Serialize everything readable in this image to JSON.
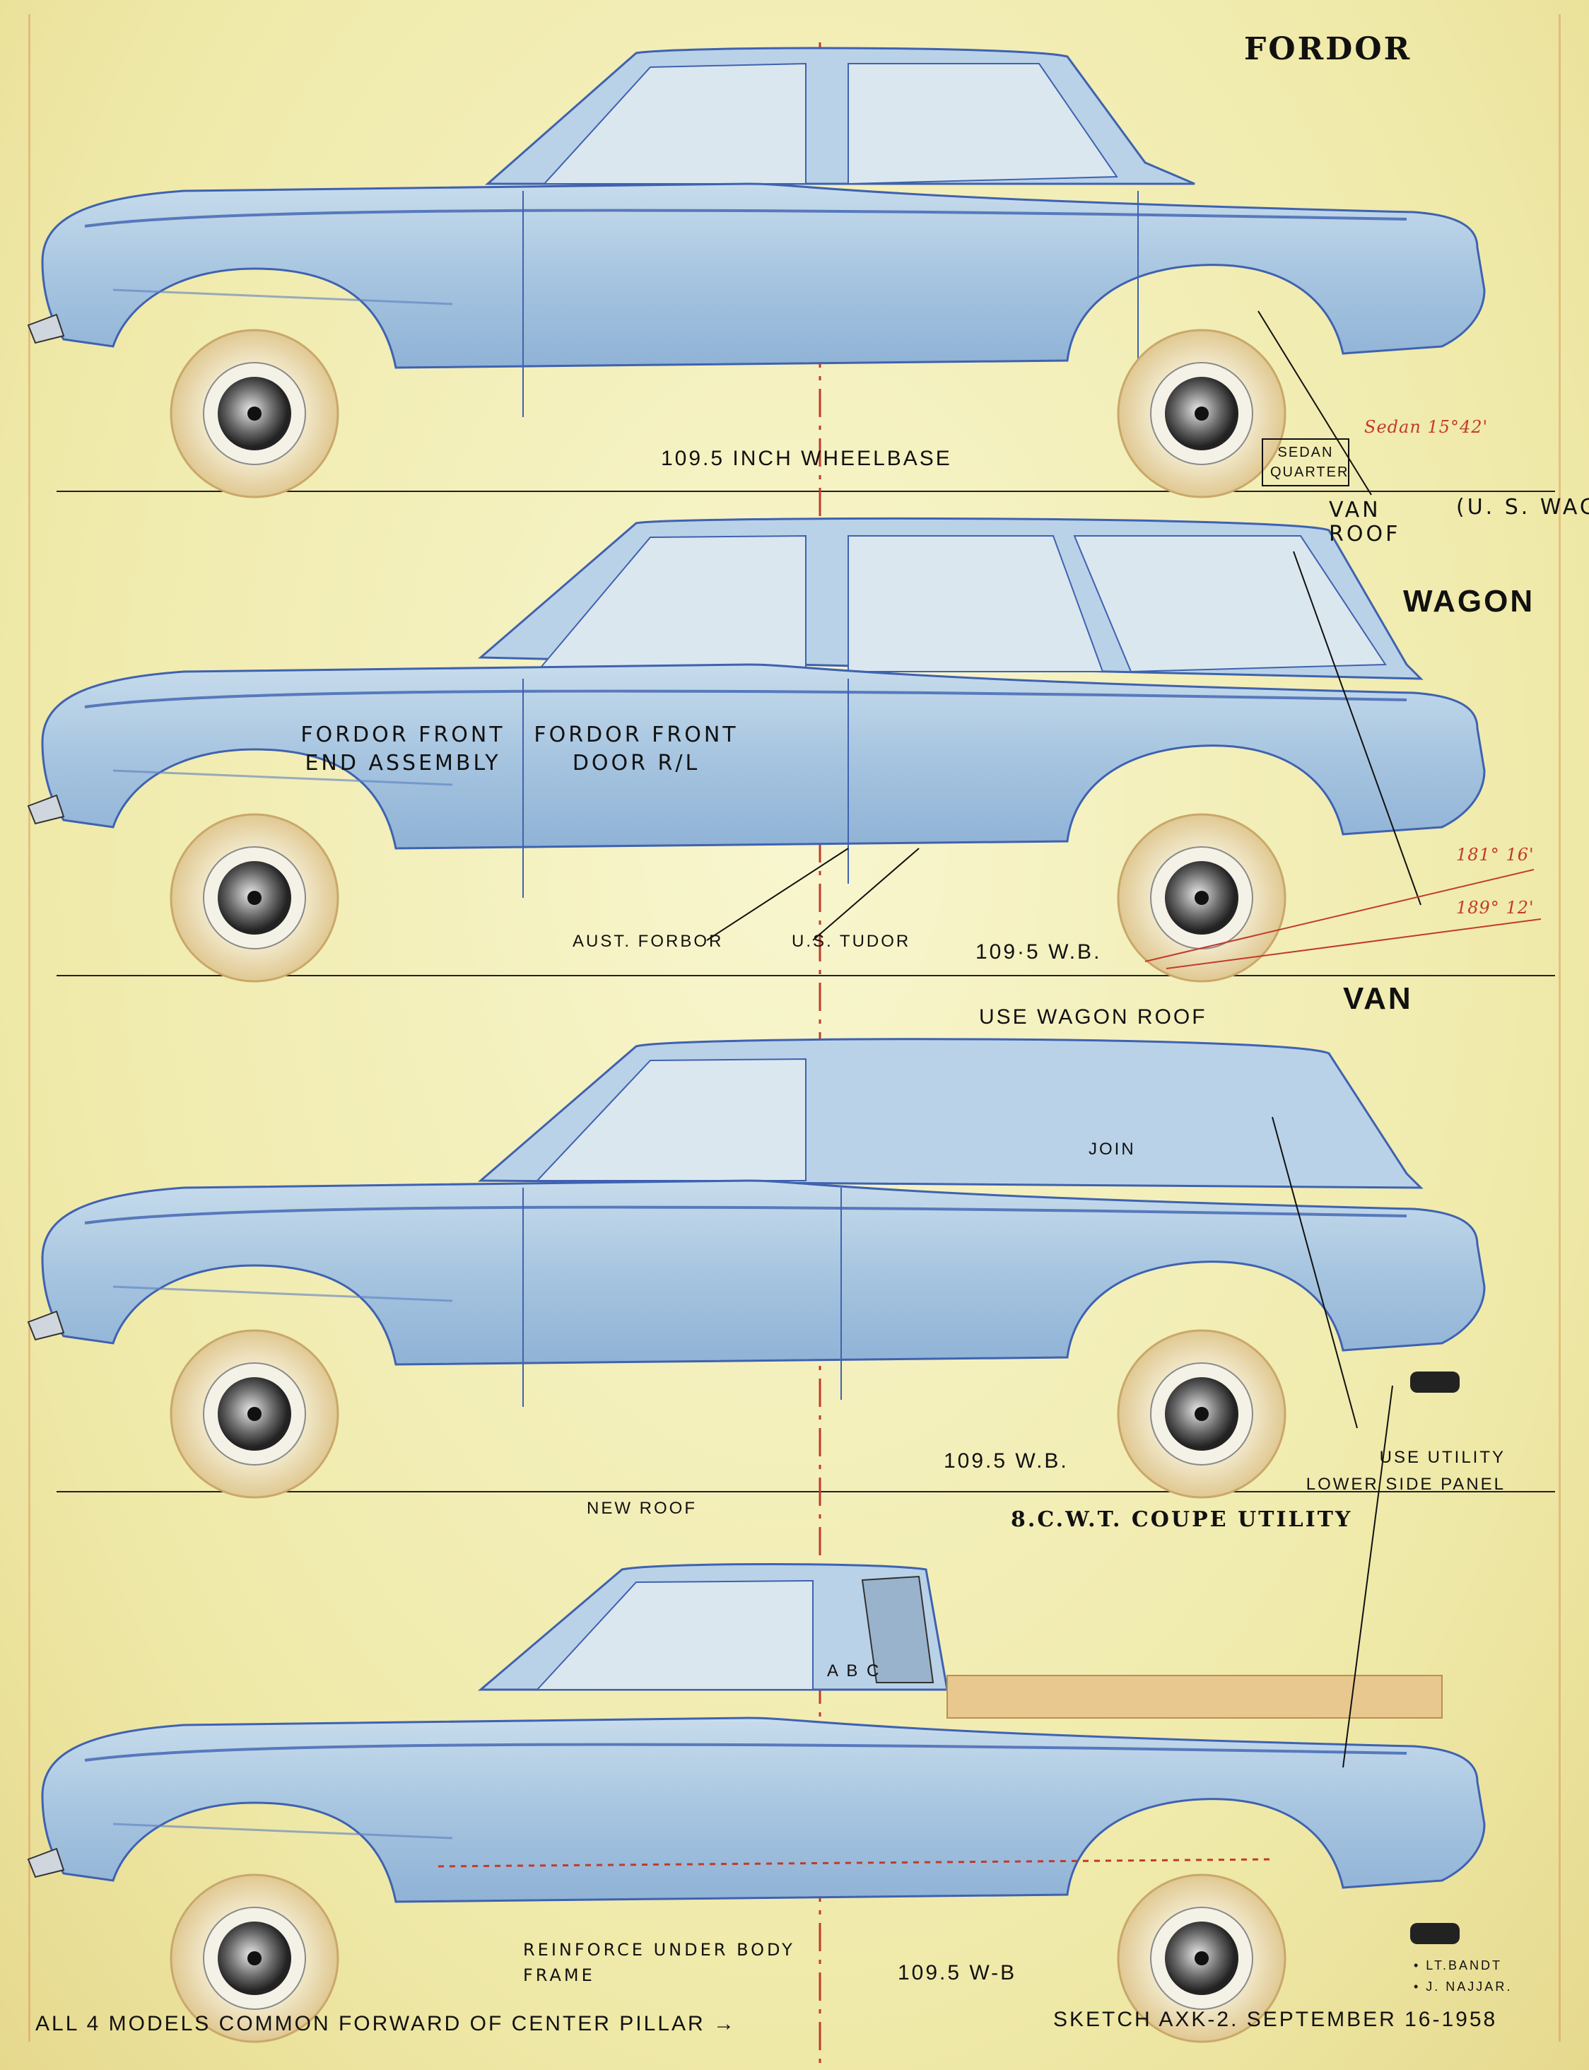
{
  "colors": {
    "paper": "#f6f5c6",
    "body_blue": "#a9c8e2",
    "pencil_blue": "#3f62b0",
    "ink": "#111111",
    "red_pencil": "#c23a2a",
    "tyre_cream": "#efe6bf"
  },
  "models": {
    "fordor": {
      "title": "FORDOR",
      "wheelbase": "109.5 INCH WHEELBASE",
      "note_box": "SEDAN QUARTER",
      "red_note": "Sedan 15°42'"
    },
    "wagon": {
      "title": "WAGON",
      "van_roof": "VAN ROOF",
      "us_wagon": "(U. S. WAGON",
      "front_end": "FORDOR FRONT END ASSEMBLY",
      "front_door": "FORDOR FRONT DOOR R/L",
      "aust": "AUST. FORBOR",
      "us_tudor": "U.S. TUDOR",
      "wheelbase": "109·5 W.B.",
      "angle1": "181° 16'",
      "angle2": "189° 12'"
    },
    "van": {
      "title": "VAN",
      "use_roof": "USE WAGON ROOF",
      "join": "JOIN",
      "wheelbase": "109.5 W.B.",
      "use_utility": "USE UTILITY LOWER SIDE PANEL"
    },
    "coupe": {
      "title": "8.C.W.T. COUPE UTILITY",
      "new_roof": "NEW ROOF",
      "reinforce": "REINFORCE UNDER BODY FRAME",
      "wheelbase": "109.5 W-B",
      "abc": "A B C"
    }
  },
  "footer": {
    "common": "ALL 4 MODELS COMMON FORWARD OF CENTER PILLAR →",
    "sketch": "SKETCH AXK-2. SEPTEMBER 16-1958",
    "signature1": "• LT.BANDT",
    "signature2": "• J. NAJJAR."
  }
}
